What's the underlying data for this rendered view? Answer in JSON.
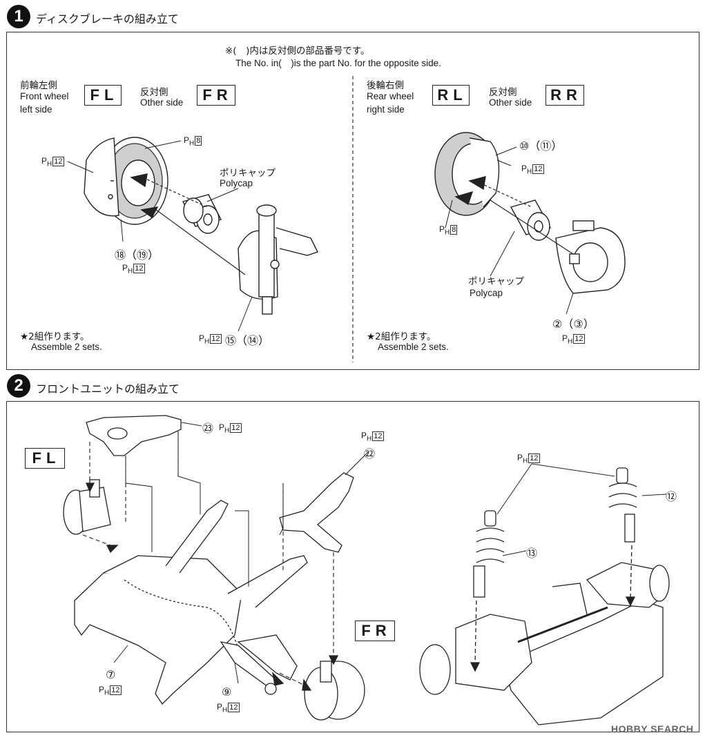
{
  "step1": {
    "number": "1",
    "title": "ディスクブレーキの組み立て",
    "note_jp": "※(　)内は反対側の部品番号です。",
    "note_en": "The No. in(　)is the part No. for the opposite side.",
    "front": {
      "jp": "前輪左側",
      "en1": "Front wheel",
      "en2": "left side",
      "code": "FL",
      "other_jp": "反対側",
      "other_en": "Other side",
      "other_code": "FR",
      "polycap_jp": "ポリキャップ",
      "polycap_en": "Polycap",
      "labels": {
        "ph8": "8",
        "ph12a": "12",
        "parts_18_19": "⑱（⑲）",
        "ph12b": "12",
        "ph12c": "12",
        "parts_15_14": "⑮（⑭）"
      },
      "assemble_jp": "★2組作ります。",
      "assemble_en": "Assemble 2 sets."
    },
    "rear": {
      "jp": "後輪右側",
      "en1": "Rear wheel",
      "en2": "right side",
      "code": "RL",
      "other_jp": "反対側",
      "other_en": "Other side",
      "other_code": "RR",
      "polycap_jp": "ポリキャップ",
      "polycap_en": "Polycap",
      "labels": {
        "parts_10_11": "⑩（⑪）",
        "ph12a": "12",
        "ph8": "8",
        "parts_2_3": "②（③）",
        "ph12b": "12"
      },
      "assemble_jp": "★2組作ります。",
      "assemble_en": "Assemble 2 sets."
    }
  },
  "step2": {
    "number": "2",
    "title": "フロントユニットの組み立て",
    "code_fl": "FL",
    "code_fr": "FR",
    "labels": {
      "part23": "㉓",
      "ph23": "12",
      "ph22": "12",
      "part22": "㉒",
      "part7": "⑦",
      "ph7": "12",
      "part9": "⑨",
      "ph9": "12",
      "ph_shock": "12",
      "part12": "⑫",
      "part13": "⑬"
    }
  },
  "watermark": "HOBBY SEARCH",
  "ph_prefix": "P",
  "ph_sub": "H"
}
